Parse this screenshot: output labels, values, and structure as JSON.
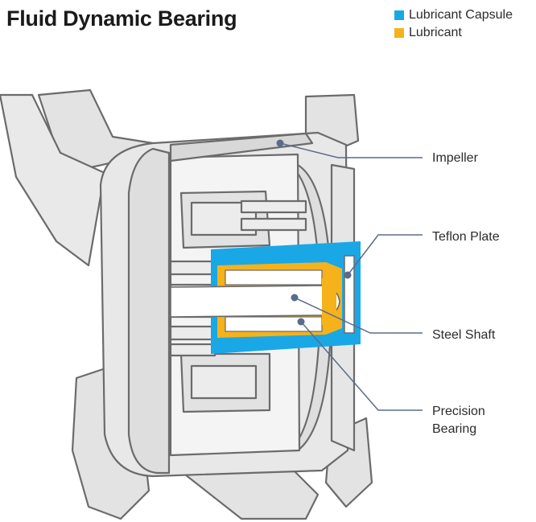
{
  "title": "Fluid Dynamic Bearing",
  "legend": [
    {
      "label": "Lubricant Capsule",
      "color": "#1aa7e6"
    },
    {
      "label": "Lubricant",
      "color": "#f5b21b"
    }
  ],
  "callouts": {
    "impeller": "Impeller",
    "teflon_plate": "Teflon Plate",
    "steel_shaft": "Steel Shaft",
    "precision_bearing_1": "Precision",
    "precision_bearing_2": "Bearing"
  },
  "colors": {
    "outline": "#6b6b6b",
    "fill": "#e6e6e6",
    "leader": "#5b6b8a"
  }
}
